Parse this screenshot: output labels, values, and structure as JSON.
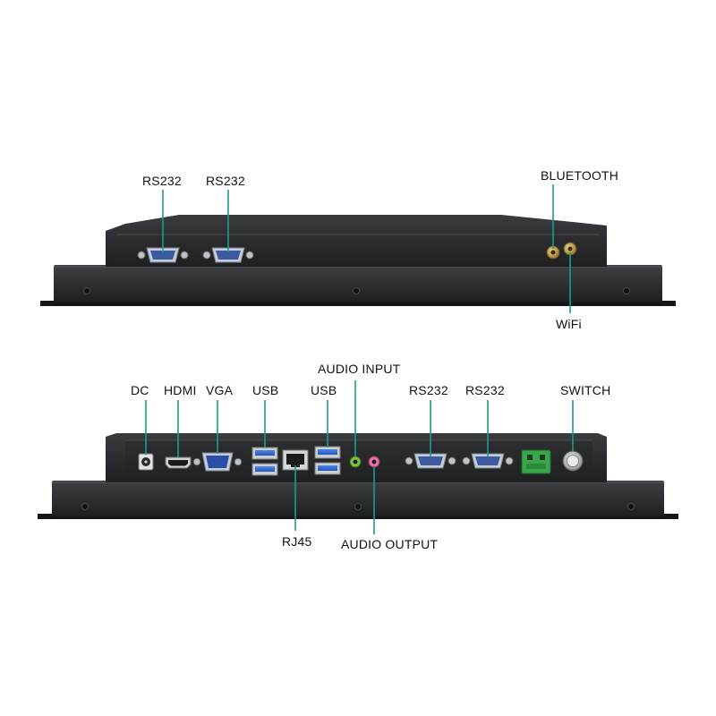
{
  "colors": {
    "leader_line": "#1a9c8c",
    "chassis_dark": "#1f2124",
    "bezel": "#303235",
    "panel_face": "#26282b",
    "usb_blue": "#2f6fd6",
    "vga_blue": "#2a4fa8",
    "rs232_blue": "#3b5aa0",
    "audio_in_green": "#7bc043",
    "audio_out_pink": "#e573a0",
    "terminal_green": "#3aa64a",
    "background": "#ffffff"
  },
  "top_view": {
    "labels": {
      "rs232_1": "RS232",
      "rs232_2": "RS232",
      "bluetooth": "BLUETOOTH",
      "wifi": "WiFi"
    },
    "icons": [
      "db9-serial-port-icon",
      "db9-serial-port-icon",
      "sma-antenna-connector-icon",
      "sma-antenna-connector-icon"
    ]
  },
  "bottom_view": {
    "labels": {
      "dc": "DC",
      "hdmi": "HDMI",
      "vga": "VGA",
      "usb_1": "USB",
      "usb_2": "USB",
      "audio_input": "AUDIO INPUT",
      "rs232_1": "RS232",
      "rs232_2": "RS232",
      "switch": "SWITCH",
      "rj45": "RJ45",
      "audio_output": "AUDIO OUTPUT"
    },
    "icons": [
      "dc-jack-icon",
      "hdmi-port-icon",
      "vga-port-icon",
      "usb-port-icon",
      "rj45-port-icon",
      "usb-port-icon",
      "audio-jack-icon",
      "audio-jack-icon",
      "db9-serial-port-icon",
      "db9-serial-port-icon",
      "terminal-block-icon",
      "power-switch-icon"
    ]
  }
}
